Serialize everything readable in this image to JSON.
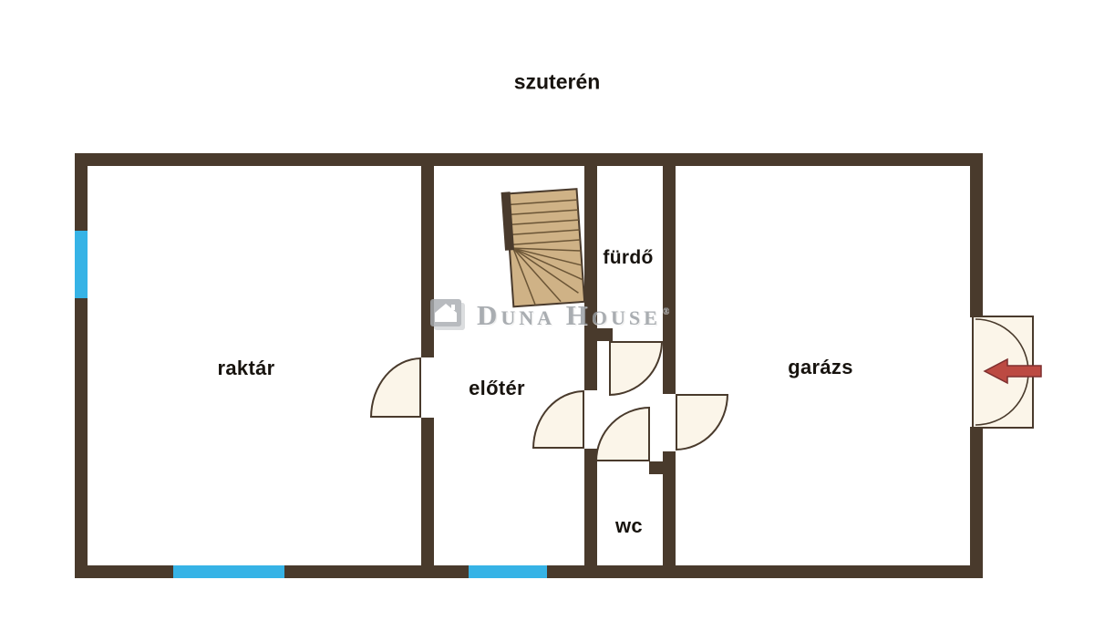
{
  "title": "szuterén",
  "rooms": {
    "raktar": "raktár",
    "eloter": "előtér",
    "furdo": "fürdő",
    "wc": "wc",
    "garazs": "garázs"
  },
  "watermark": {
    "text": "Duna House",
    "reg": "®"
  },
  "colors": {
    "wall": "#493a2c",
    "window": "#36b3e6",
    "door_fill": "#fbf5e9",
    "door_stroke": "#493a2c",
    "stairs_fill": "#cfb286",
    "stairs_line": "#6b5536",
    "arrow": "#bc4a42",
    "label": "#17130e",
    "watermark_gray": "#979ca1"
  }
}
